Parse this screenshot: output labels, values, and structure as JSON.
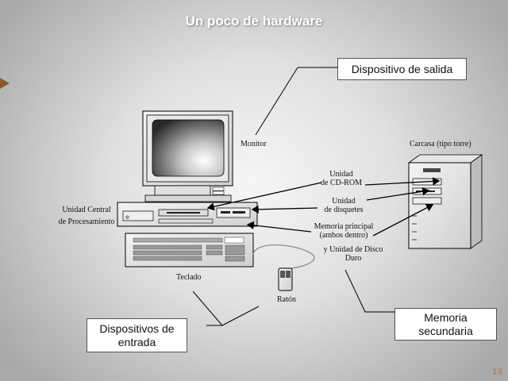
{
  "slide": {
    "title": "Un poco de hardware",
    "page_number": "1.5"
  },
  "boxes": {
    "output_device": "Dispositivo de salida",
    "input_devices_line1": "Dispositivos de",
    "input_devices_line2": "entrada",
    "secondary_memory_line1": "Memoria",
    "secondary_memory_line2": "secundaria"
  },
  "labels": {
    "monitor": "Monitor",
    "case": "Carcasa (tipo torre)",
    "cpu_line1": "Unidad Central",
    "cpu_line2": "de Procesamiento",
    "cdrom_line1": "Unidad",
    "cdrom_line2": "de CD-ROM",
    "floppy_line1": "Unidad",
    "floppy_line2": "de disquetes",
    "main_memory_line1": "Memoria principal",
    "main_memory_line2": "(ambos dentro)",
    "hard_disk_line1": "y Unidad de Disco",
    "hard_disk_line2": "Duro",
    "keyboard": "Teclado",
    "mouse": "Ratón"
  },
  "colors": {
    "nav_arrow": "#8a5a2c",
    "page_number": "#c0641e"
  }
}
